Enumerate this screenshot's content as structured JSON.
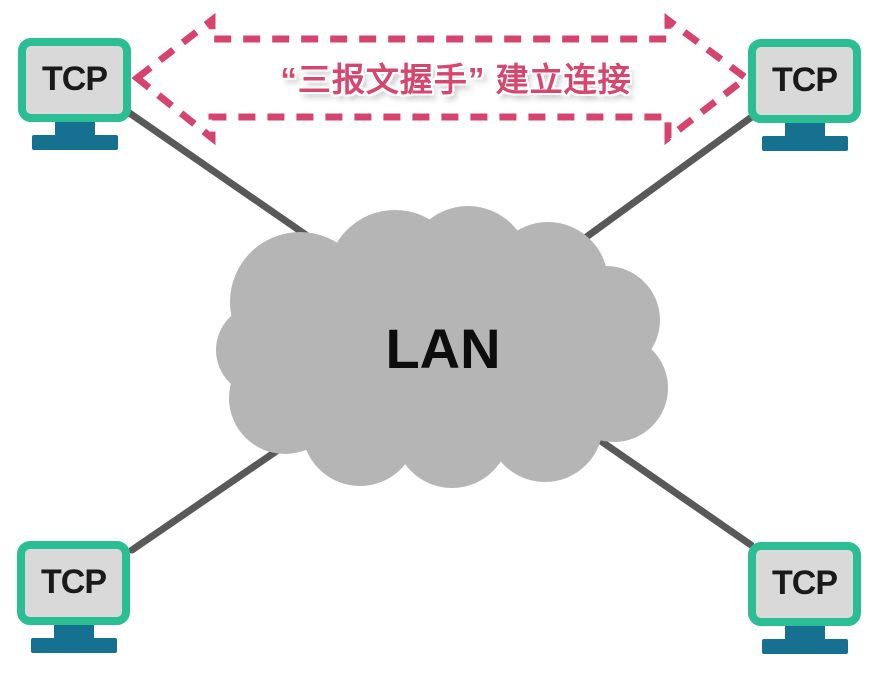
{
  "annotation": {
    "text": "“三报文握手” 建立连接",
    "color": "#d4446e"
  },
  "cloud": {
    "label": "LAN",
    "fill": "#b5b5b5",
    "label_color": "#0d0d0d"
  },
  "nodes": [
    {
      "id": "top-left",
      "label": "TCP"
    },
    {
      "id": "top-right",
      "label": "TCP"
    },
    {
      "id": "bottom-left",
      "label": "TCP"
    },
    {
      "id": "bottom-right",
      "label": "TCP"
    }
  ],
  "colors": {
    "arrow": "#d4446e",
    "monitor_frame": "#2abe92",
    "monitor_screen": "#d9d9d9",
    "monitor_stand": "#16708f",
    "cloud": "#b5b5b5",
    "link_line": "#595959",
    "node_text": "#1a1a1a",
    "background": "#ffffff"
  }
}
